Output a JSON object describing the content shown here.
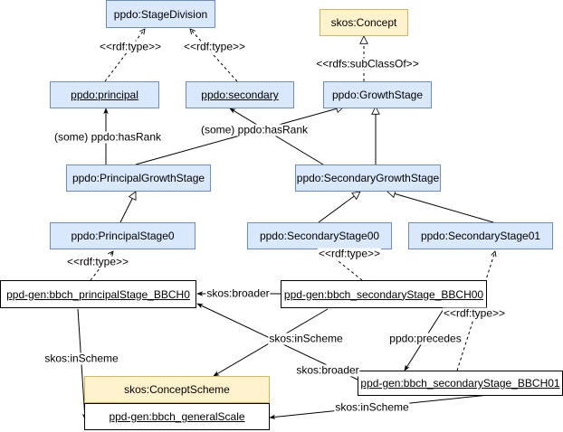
{
  "nodes": {
    "stage_division": "ppdo:StageDivision",
    "skos_concept": "skos:Concept",
    "principal": "ppdo:principal",
    "secondary": "ppdo:secondary",
    "growth_stage": "ppdo:GrowthStage",
    "principal_growth_stage": "ppdo:PrincipalGrowthStage",
    "secondary_growth_stage": "ppdo:SecondaryGrowthStage",
    "principal_stage0": "ppdo:PrincipalStage0",
    "secondary_stage00": "ppdo:SecondaryStage00",
    "secondary_stage01": "ppdo:SecondaryStage01",
    "bbch_principal": "ppd-gen:bbch_principalStage_BBCH0",
    "bbch_secondary00": "ppd-gen:bbch_secondaryStage_BBCH00",
    "bbch_secondary01": "ppd-gen:bbch_secondaryStage_BBCH01",
    "concept_scheme": "skos:ConceptScheme",
    "general_scale": "ppd-gen:bbch_generalScale"
  },
  "edge_labels": {
    "rdf_type_principal": "<<rdf:type>>",
    "rdf_type_secondary": "<<rdf:type>>",
    "subclassof": "<<rdfs:subClassOf>>",
    "hasrank_principal": "(some) ppdo:hasRank",
    "hasrank_secondary": "(some) ppdo:hasRank",
    "rdf_type_stage0": "<<rdf:type>>",
    "rdf_type_stage00": "<<rdf:type>>",
    "rdf_type_stage01": "<<rdf:type>>",
    "broader_00": "skos:broader",
    "broader_01": "skos:broader",
    "inscheme_principal": "skos:inScheme",
    "inscheme_00": "skos:inScheme",
    "inscheme_01": "skos:inScheme",
    "precedes": "ppdo:precedes"
  }
}
